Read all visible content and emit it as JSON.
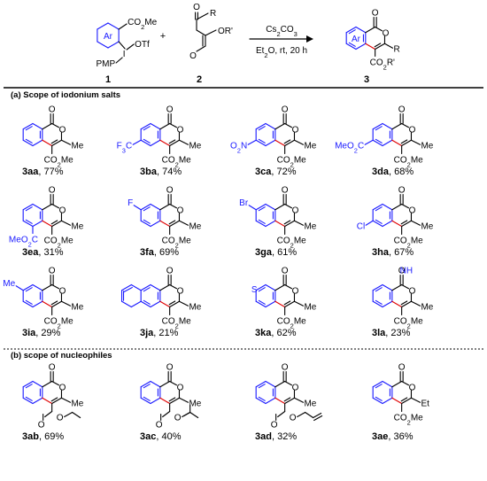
{
  "scheme": {
    "reactant1": {
      "label": "1",
      "ring_label": "Ar",
      "substituents": [
        "CO2Me",
        "OTf",
        "I",
        "PMP"
      ]
    },
    "plus": "+",
    "reactant2": {
      "label": "2",
      "substituents": [
        "O",
        "R",
        "O",
        "OR'"
      ]
    },
    "conditions": {
      "reagent": "Cs2CO3",
      "solvent_line": "Et2O, rt, 20 h"
    },
    "product": {
      "label": "3",
      "ring_label": "Ar",
      "substituents": [
        "O",
        "O",
        "R",
        "CO2R'"
      ]
    }
  },
  "sections": [
    {
      "title": "(a) Scope of iodonium salts"
    },
    {
      "title": "(b) scope of nucleophiles"
    }
  ],
  "compounds": [
    {
      "id": "3aa",
      "yield": ", 77%",
      "substituent": "",
      "r": "Me",
      "ester": "CO2Me"
    },
    {
      "id": "3ba",
      "yield": ", 74%",
      "substituent": "F3C",
      "r": "Me",
      "ester": "CO2Me"
    },
    {
      "id": "3ca",
      "yield": ", 72%",
      "substituent": "O2N",
      "r": "Me",
      "ester": "CO2Me"
    },
    {
      "id": "3da",
      "yield": ", 68%",
      "substituent": "MeO2C",
      "r": "Me",
      "ester": "CO2Me"
    },
    {
      "id": "3ea",
      "yield": ", 31%",
      "substituent": "MeO2C",
      "r": "Me",
      "ester": "CO2Me"
    },
    {
      "id": "3fa",
      "yield": ", 69%",
      "substituent": "F",
      "r": "Me",
      "ester": "CO2Me"
    },
    {
      "id": "3ga",
      "yield": ", 61%",
      "substituent": "Br",
      "r": "Me",
      "ester": "CO2Me"
    },
    {
      "id": "3ha",
      "yield": ", 67%",
      "substituent": "Cl",
      "r": "Me",
      "ester": "CO2Me"
    },
    {
      "id": "3ia",
      "yield": ", 29%",
      "substituent": "Me",
      "r": "Me",
      "ester": "CO2Me"
    },
    {
      "id": "3ja",
      "yield": ", 21%",
      "substituent": "",
      "r": "Me",
      "ester": "CO2Me"
    },
    {
      "id": "3ka",
      "yield": ", 62%",
      "substituent": "S",
      "r": "Me",
      "ester": "CO2Me"
    },
    {
      "id": "3la",
      "yield": ", 23%",
      "substituent": "NH",
      "r": "Me",
      "ester": "CO2Me"
    },
    {
      "id": "3ab",
      "yield": ", 69%",
      "substituent": "",
      "r": "Me",
      "ester": "O"
    },
    {
      "id": "3ac",
      "yield": ", 40%",
      "substituent": "",
      "r": "Me",
      "ester": "O"
    },
    {
      "id": "3ad",
      "yield": ", 32%",
      "substituent": "",
      "r": "Me",
      "ester": "O"
    },
    {
      "id": "3ae",
      "yield": ", 36%",
      "substituent": "",
      "r": "Et",
      "ester": "CO2Me"
    }
  ],
  "colors": {
    "ring": "#1a1aff",
    "bond_new": "#e00000",
    "line": "#000000"
  }
}
